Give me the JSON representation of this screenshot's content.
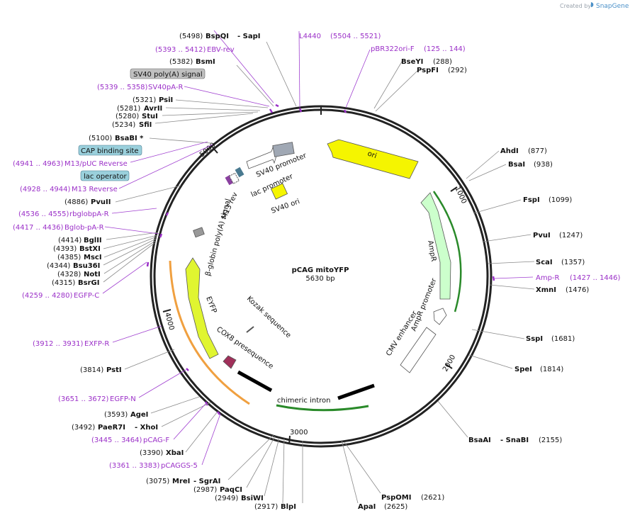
{
  "brand": {
    "created_by": "Created by",
    "name": "SnapGene"
  },
  "plasmid": {
    "name": "pCAG mitoYFP",
    "length": "5630 bp"
  },
  "ticks": [
    "1000",
    "2000",
    "3000",
    "4000",
    "5000"
  ],
  "sites": {
    "bspqi_pos": "(5498)",
    "bspqi": "BspQI",
    "sapi": "- SapI",
    "bsmi_pos": "(5382)",
    "bsmi": "BsmI",
    "psii_pos": "(5321)",
    "psii": "PsiI",
    "avrii_pos": "(5281)",
    "avrii": "AvrII",
    "stui_pos": "(5280)",
    "stui": "StuI",
    "sfii_pos": "(5234)",
    "sfii": "SfiI",
    "bsabi_pos": "(5100)",
    "bsabi": "BsaBI *",
    "pvuii_pos": "(4886)",
    "pvuii": "PvuII",
    "bglii_pos": "(4414)",
    "bglii": "BglII",
    "bstxi_pos": "(4393)",
    "bstxi": "BstXI",
    "msci_pos": "(4385)",
    "msci": "MscI",
    "bsu36i_pos": "(4344)",
    "bsu36i": "Bsu36I",
    "noti_pos": "(4328)",
    "noti": "NotI",
    "bsrgi_pos": "(4315)",
    "bsrgi": "BsrGI",
    "psti_pos": "(3814)",
    "psti": "PstI",
    "agei_pos": "(3593)",
    "agei": "AgeI",
    "paer7i_pos": "(3492)",
    "paer7i": "PaeR7I",
    "xhoi": "- XhoI",
    "xbai_pos": "(3390)",
    "xbai": "XbaI",
    "mrei_pos": "(3075)",
    "mrei": "MreI",
    "sgrai": "- SgrAI",
    "paqci_pos": "(2987)",
    "paqci": "PaqCI",
    "bsiwi_pos": "(2949)",
    "bsiwi": "BsiWI",
    "blpi_pos": "(2917)",
    "blpi": "BlpI",
    "bseyi": "BseYI",
    "bseyi_pos": "(288)",
    "pspfi": "PspFI",
    "pspfi_pos": "(292)",
    "ahdi": "AhdI",
    "ahdi_pos": "(877)",
    "bsai": "BsaI",
    "bsai_pos": "(938)",
    "fspi": "FspI",
    "fspi_pos": "(1099)",
    "pvui": "PvuI",
    "pvui_pos": "(1247)",
    "scai": "ScaI",
    "scai_pos": "(1357)",
    "xmni": "XmnI",
    "xmni_pos": "(1476)",
    "sspi": "SspI",
    "sspi_pos": "(1681)",
    "spei": "SpeI",
    "spei_pos": "(1814)",
    "bsaai": "BsaAI",
    "snabi": "- SnaBI",
    "bsaai_pos": "(2155)",
    "pspomi": "PspOMI",
    "pspomi_pos": "(2621)",
    "apai": "ApaI",
    "apai_pos": "(2625)"
  },
  "primers": {
    "ebv_pos": "(5393 .. 5412)",
    "ebv": "EBV-rev",
    "sv40pa_pos": "(5339 .. 5358)",
    "sv40pa": "SV40pA-R",
    "m13puc_pos": "(4941 .. 4963)",
    "m13puc": "M13/pUC Reverse",
    "m13r_pos": "(4928 .. 4944)",
    "m13r": "M13 Reverse",
    "rbglob_pos": "(4536 .. 4555)",
    "rbglob": "rbglobpA-R",
    "bglob_pos": "(4417 .. 4436)",
    "bglob": "Bglob-pA-R",
    "egfpc_pos": "(4259 .. 4280)",
    "egfpc": "EGFP-C",
    "exfp_pos": "(3912 .. 3931)",
    "exfp": "EXFP-R",
    "egfpn_pos": "(3651 .. 3672)",
    "egfpn": "EGFP-N",
    "pcagf_pos": "(3445 .. 3464)",
    "pcagf": "pCAG-F",
    "pcaggs_pos": "(3361 .. 3383)",
    "pcaggs": "pCAGGS-5",
    "l4440": "L4440",
    "l4440_pos": "(5504 .. 5521)",
    "pbr": "pBR322ori-F",
    "pbr_pos": "(125 .. 144)",
    "ampr": "Amp-R",
    "ampr_pos": "(1427 .. 1446)"
  },
  "boxes": {
    "sv40pa": "SV40 poly(A) signal",
    "cap": "CAP binding site",
    "lac": "lac operator"
  },
  "features": {
    "ori": "ori",
    "ampr": "AmpR",
    "ampr_promoter": "AmpR promoter",
    "cmv": "CMV enhancer",
    "intron": "chimeric intron",
    "cox8": "COX8 presequence",
    "kozak": "Kozak sequence",
    "eyfp": "EYFP",
    "bglobin": "β-globin poly(A) signal",
    "m13rev": "M13 rev",
    "lac_promoter": "lac promoter",
    "sv40_promoter": "SV40 promoter",
    "sv40_ori": "SV40 ori"
  },
  "colors": {
    "ori": "#f5f500",
    "ampr": "#ccffcc",
    "eyfp": "#e0f530",
    "cox8": "#a0305a",
    "intron": "#000000",
    "primer": "#9b30c8"
  }
}
